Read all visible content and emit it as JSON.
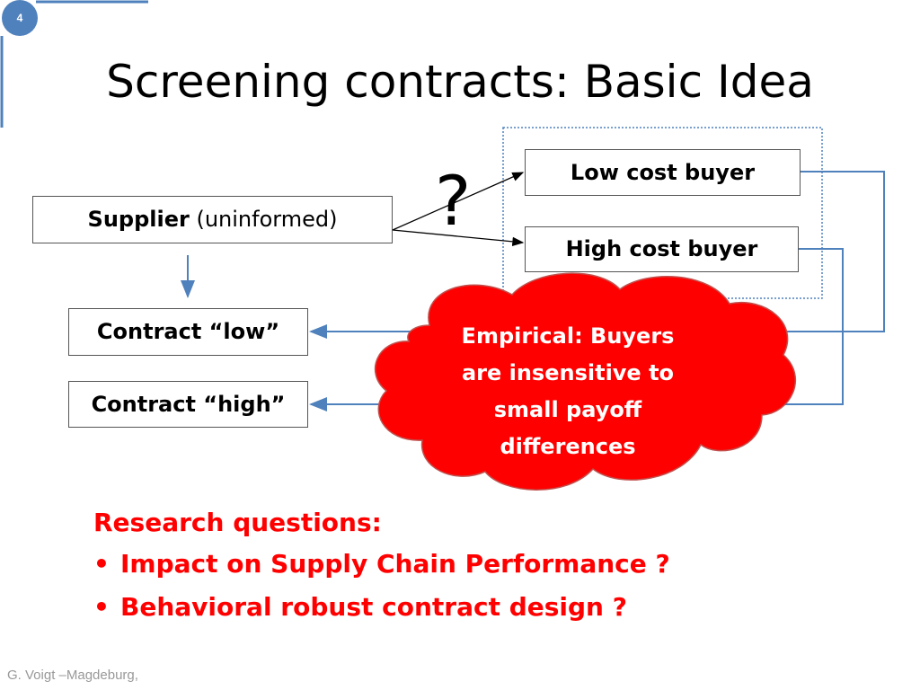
{
  "slide": {
    "number": "4",
    "title": "Screening contracts: Basic Idea",
    "footer": "G. Voigt –Magdeburg,"
  },
  "diagram": {
    "supplier_bold": "Supplier",
    "supplier_rest": " (uninformed)",
    "low_cost_buyer": "Low cost buyer",
    "high_cost_buyer": "High cost buyer",
    "contract_low": "Contract “low”",
    "contract_high": "Contract “high”",
    "question_mark": "?",
    "cloud_text": "Empirical: Buyers are insensitive to small payoff differences"
  },
  "research": {
    "heading": "Research questions:",
    "bullet_symbol": "•",
    "items": [
      "Impact on Supply Chain Performance ?",
      "Behavioral robust contract design ?"
    ]
  },
  "colors": {
    "accent_blue": "#4f81bd",
    "cloud_red": "#ff0000",
    "research_red": "#ff0000"
  }
}
